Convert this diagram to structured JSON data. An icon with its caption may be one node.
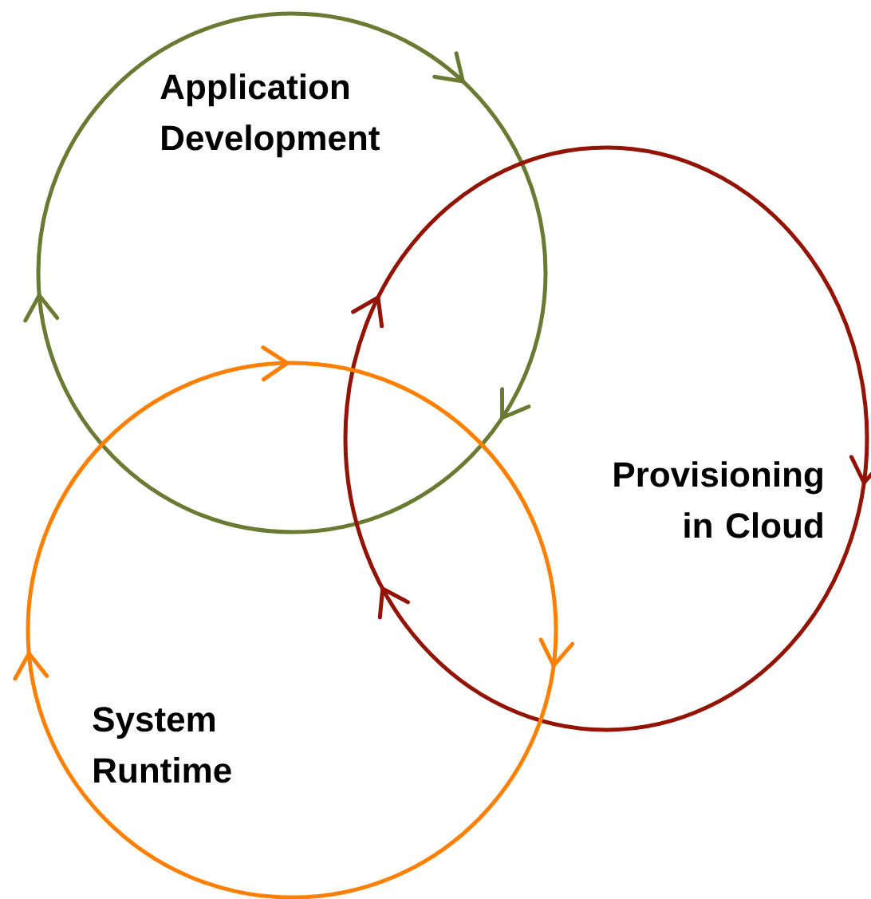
{
  "diagram": {
    "nodes": [
      {
        "text": [
          "Application Development"
        ]
      },
      {
        "text": [
          "Provisioning in Cloud"
        ]
      },
      {
        "text": [
          "System Runtime"
        ]
      }
    ]
  }
}
